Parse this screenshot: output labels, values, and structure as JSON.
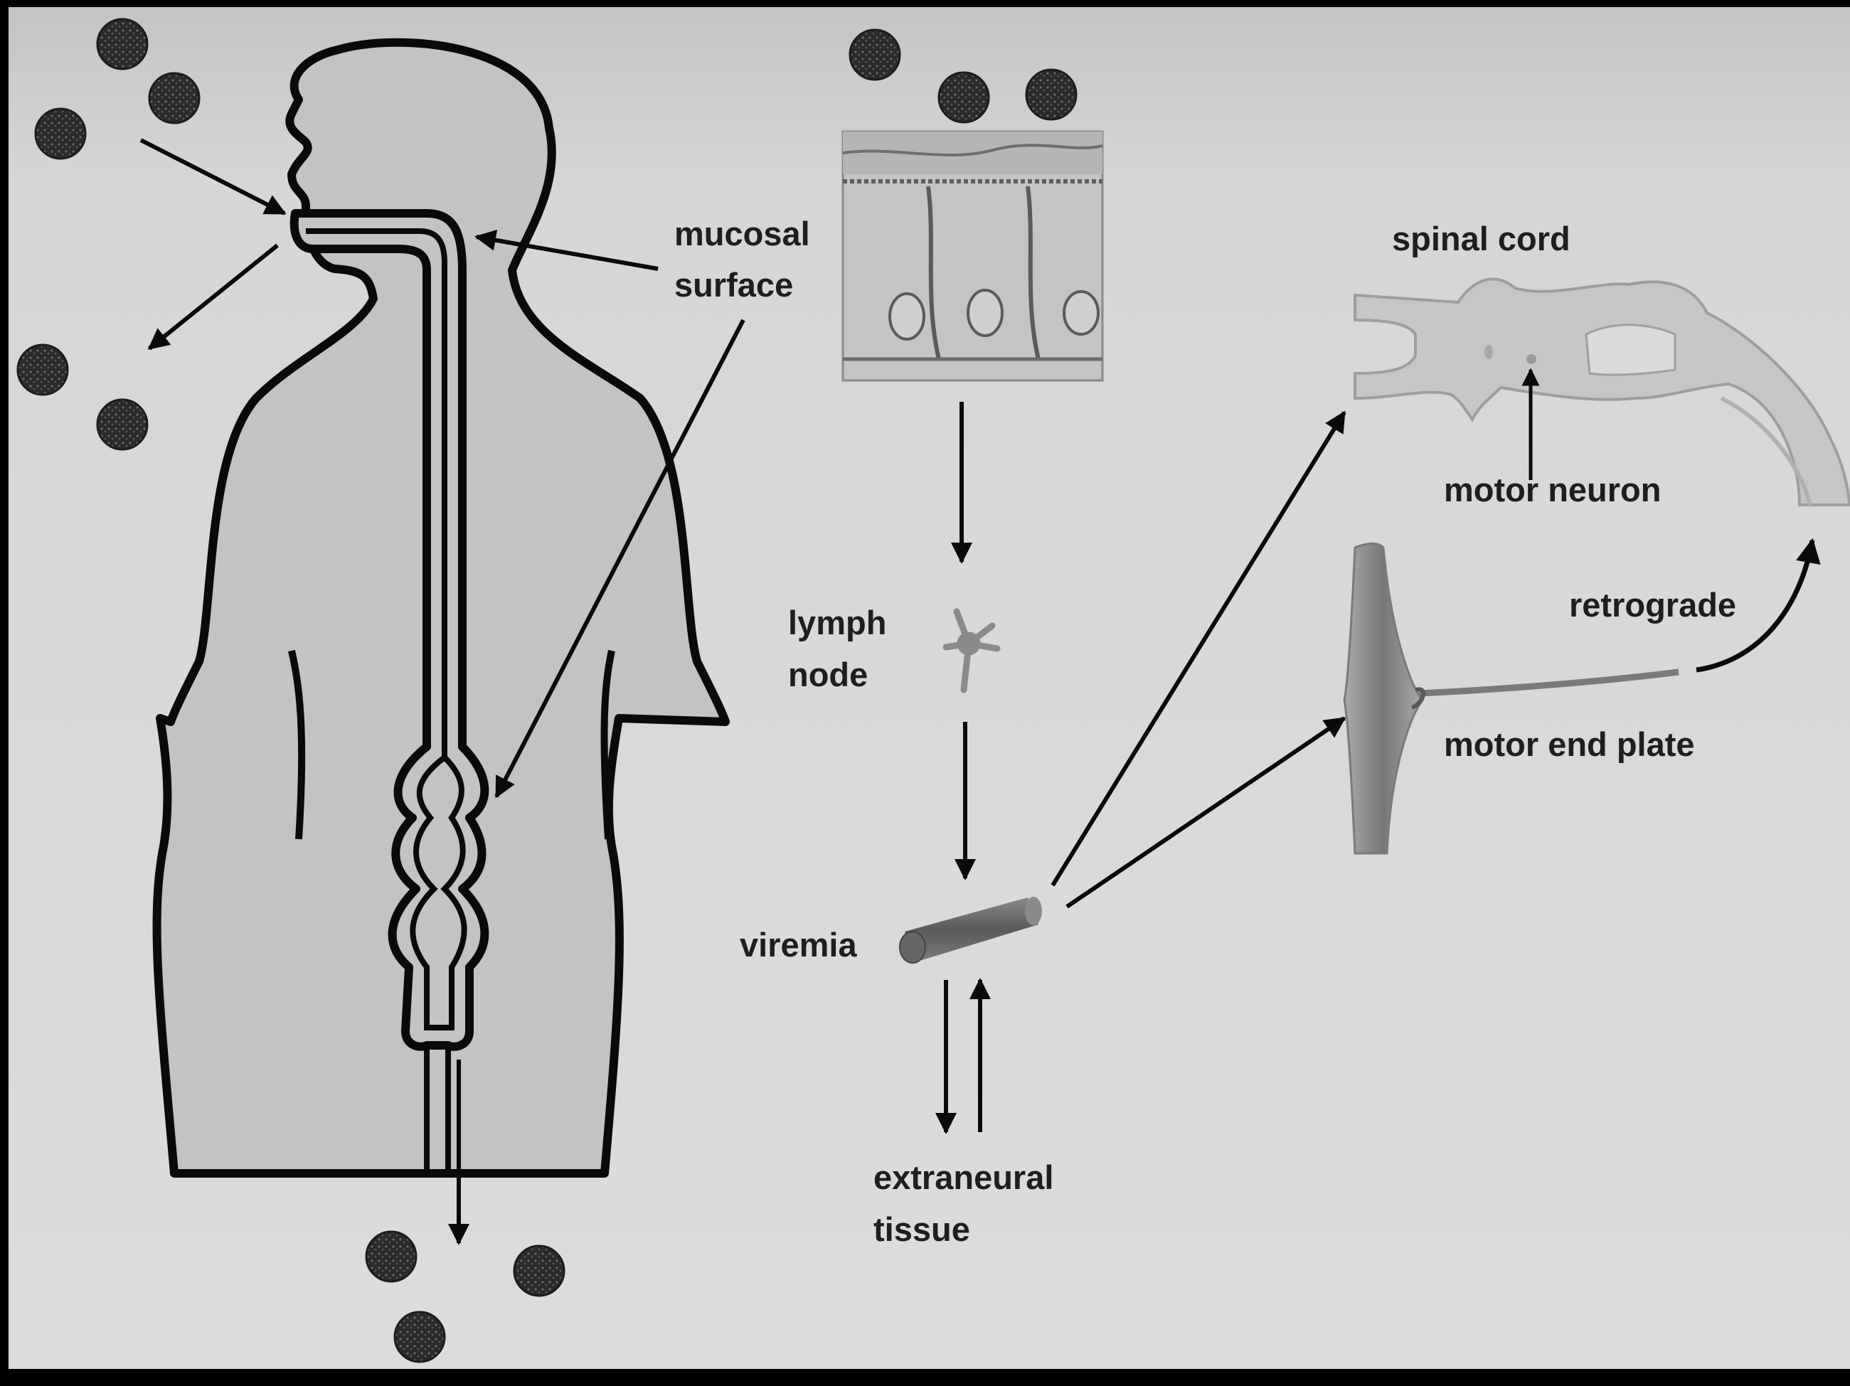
{
  "labels": {
    "mucosal_1": "mucosal",
    "mucosal_2": "surface",
    "lymph_1": "lymph",
    "lymph_2": "node",
    "viremia": "viremia",
    "extraneural_1": "extraneural",
    "extraneural_2": "tissue",
    "spinal_cord": "spinal cord",
    "motor_neuron": "motor neuron",
    "retrograde": "retrograde",
    "motor_end_plate": "motor end plate"
  },
  "colors": {
    "background_top": "#c6c6c6",
    "background": "#dcdcdc",
    "body_fill": "#c2c2c2",
    "outline": "#0a0a0a",
    "tissue_fill": "#bfbfbf",
    "virus": "#2a2a2a"
  }
}
